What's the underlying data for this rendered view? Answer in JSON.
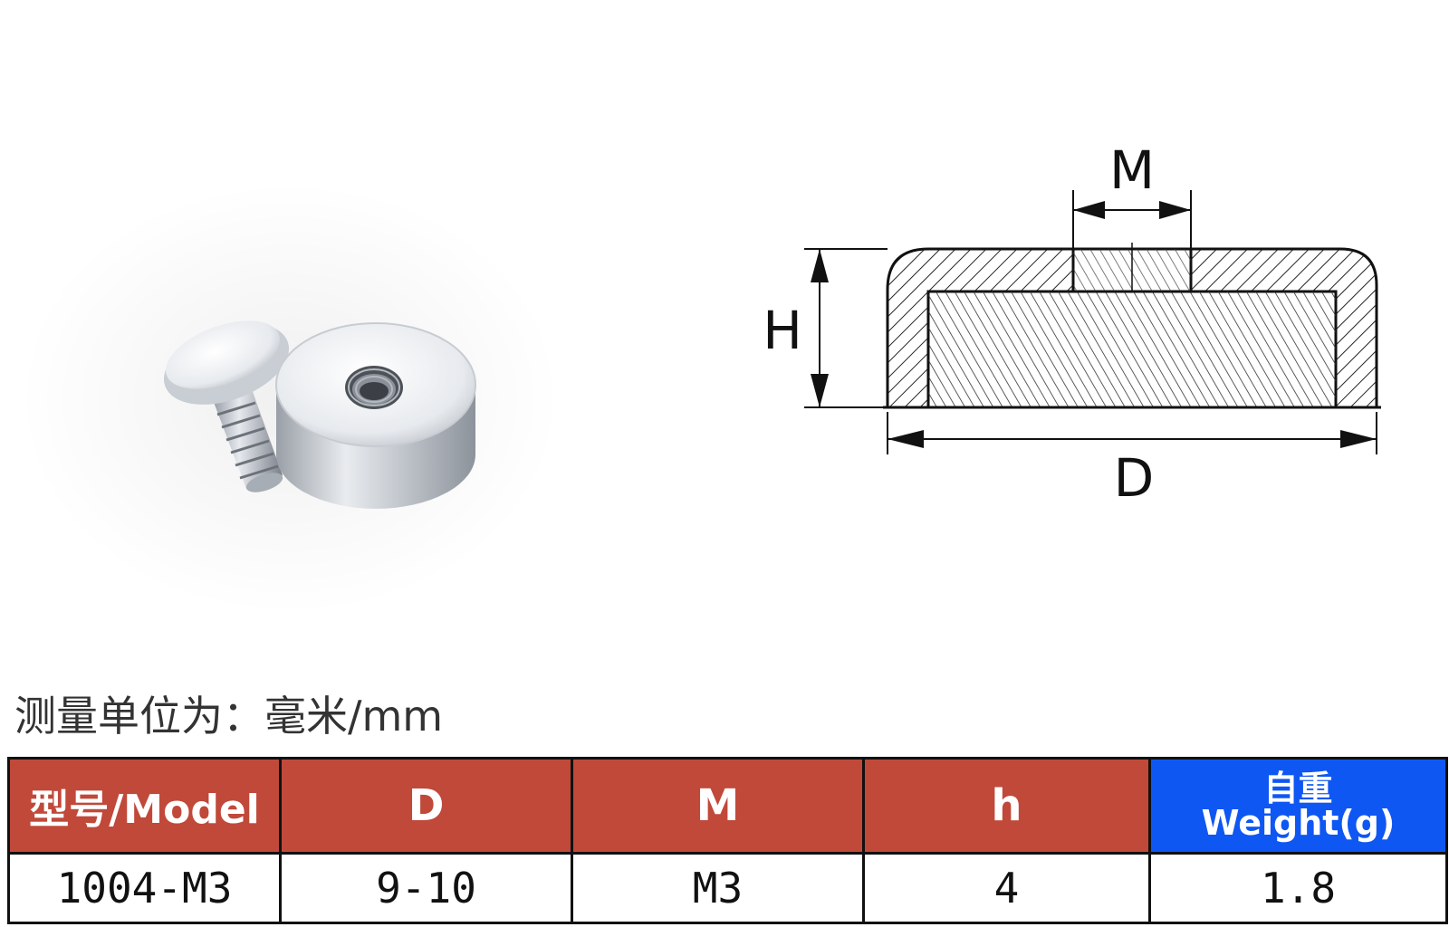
{
  "drawing": {
    "labels": {
      "M": "M",
      "H": "H",
      "D": "D"
    }
  },
  "unit_note": "测量单位为：毫米/mm",
  "table": {
    "headers": {
      "model": "型号/Model",
      "D": "D",
      "M": "M",
      "h": "h",
      "weight_line1": "自重",
      "weight_line2": "Weight(g)"
    },
    "rows": [
      {
        "model": "1004-M3",
        "D": "9-10",
        "M": "M3",
        "h": "4",
        "weight": "1.8"
      }
    ]
  },
  "colors": {
    "header_red": "#c0493a",
    "header_blue": "#0f57f2"
  }
}
